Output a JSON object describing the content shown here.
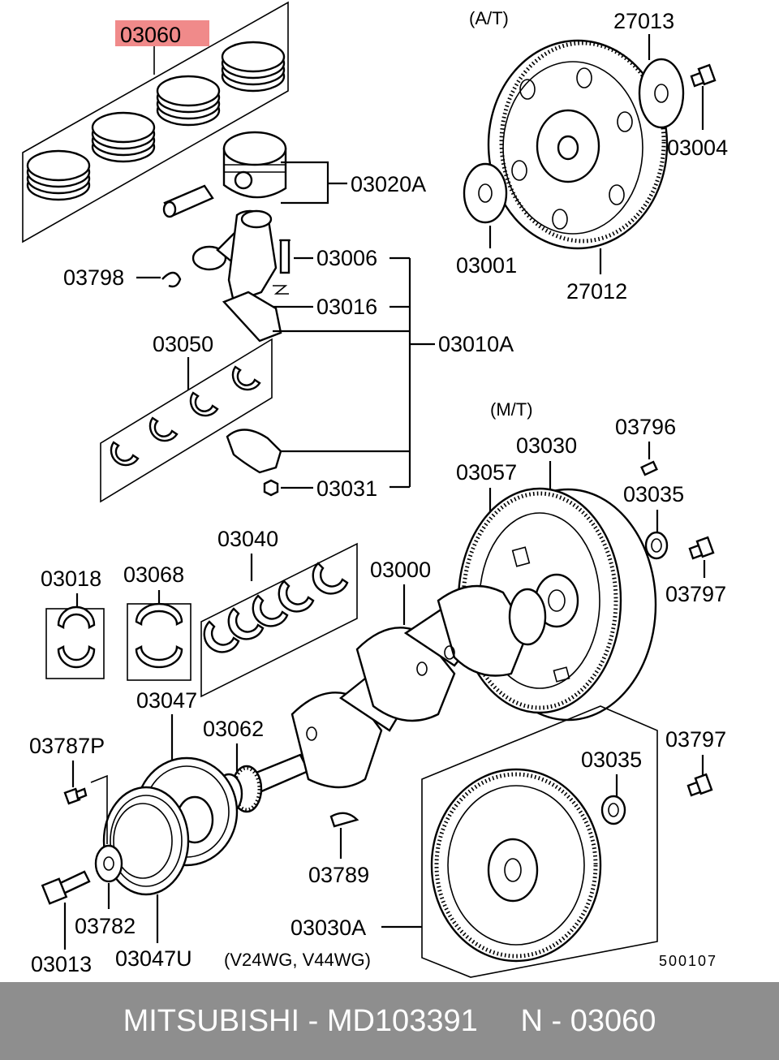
{
  "highlight_color": "#f08a8a",
  "labels": {
    "p03060": "03060",
    "p03020A": "03020A",
    "p03006": "03006",
    "p03798": "03798",
    "p03016": "03016",
    "p03050": "03050",
    "p03010A": "03010A",
    "p03031": "03031",
    "at": "(A/T)",
    "p27013": "27013",
    "p03004": "03004",
    "p03001": "03001",
    "p27012": "27012",
    "mt": "(M/T)",
    "p03796": "03796",
    "p03030": "03030",
    "p03057": "03057",
    "p03035a": "03035",
    "p03797a": "03797",
    "p03040": "03040",
    "p03018": "03018",
    "p03068": "03068",
    "p03000": "03000",
    "p03047": "03047",
    "p03062": "03062",
    "p03787P": "03787P",
    "p03797b": "03797",
    "p03035b": "03035",
    "p03789": "03789",
    "p03782": "03782",
    "p03013": "03013",
    "p03047U": "03047U",
    "p03030A": "03030A",
    "models": "(V24WG, V44WG)",
    "ref": "500107"
  },
  "footer": {
    "text": "MITSUBISHI - MD103391     N - 03060"
  }
}
